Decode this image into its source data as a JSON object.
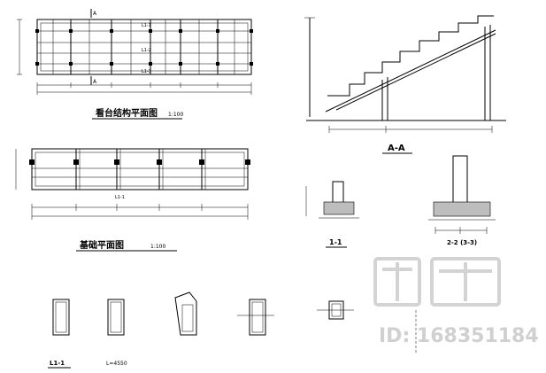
{
  "drawing": {
    "plan_title": "看台结构平面图",
    "plan_scale": "1:100",
    "foundation_title": "基础平面图",
    "foundation_scale": "1:100",
    "section_title": "A-A",
    "section_1_1": "1-1",
    "section_2_2": "2-2 (3-3)",
    "section_mark_a": "A",
    "beam_labels": [
      "L1-1",
      "L1-2",
      "L1-3"
    ],
    "node_l1": "L1-1",
    "dim_l": "L=4550"
  },
  "watermark": {
    "logo_text": "知末",
    "id_text": "ID: 168351184"
  }
}
